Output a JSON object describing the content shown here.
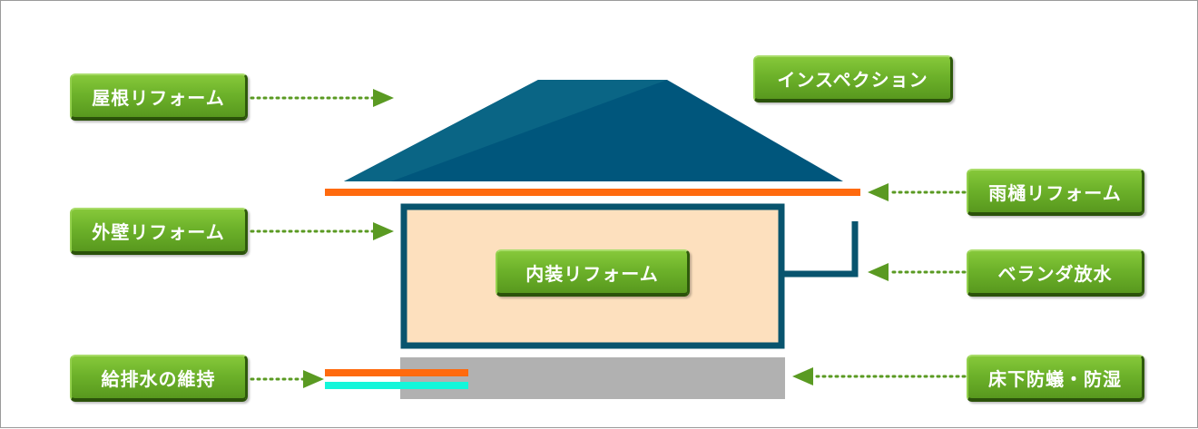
{
  "labels": {
    "roof": "屋根リフォーム",
    "wall": "外壁リフォーム",
    "plumbing": "給排水の維持",
    "inspection": "インスペクション",
    "gutter": "雨樋リフォーム",
    "veranda": "ベランダ放水",
    "floor": "床下防蟻・防湿",
    "interior": "内装リフォーム"
  },
  "colors": {
    "label_green": "#6db22a",
    "arrow_green": "#5a9a22",
    "roof_dark": "#00567c",
    "roof_light": "#0a6585",
    "gutter_orange": "#ff6a0e",
    "wall_fill": "#fde0be",
    "wall_border": "#08546e",
    "foundation": "#b1b1b1",
    "pipe_cyan": "#14f6da"
  }
}
